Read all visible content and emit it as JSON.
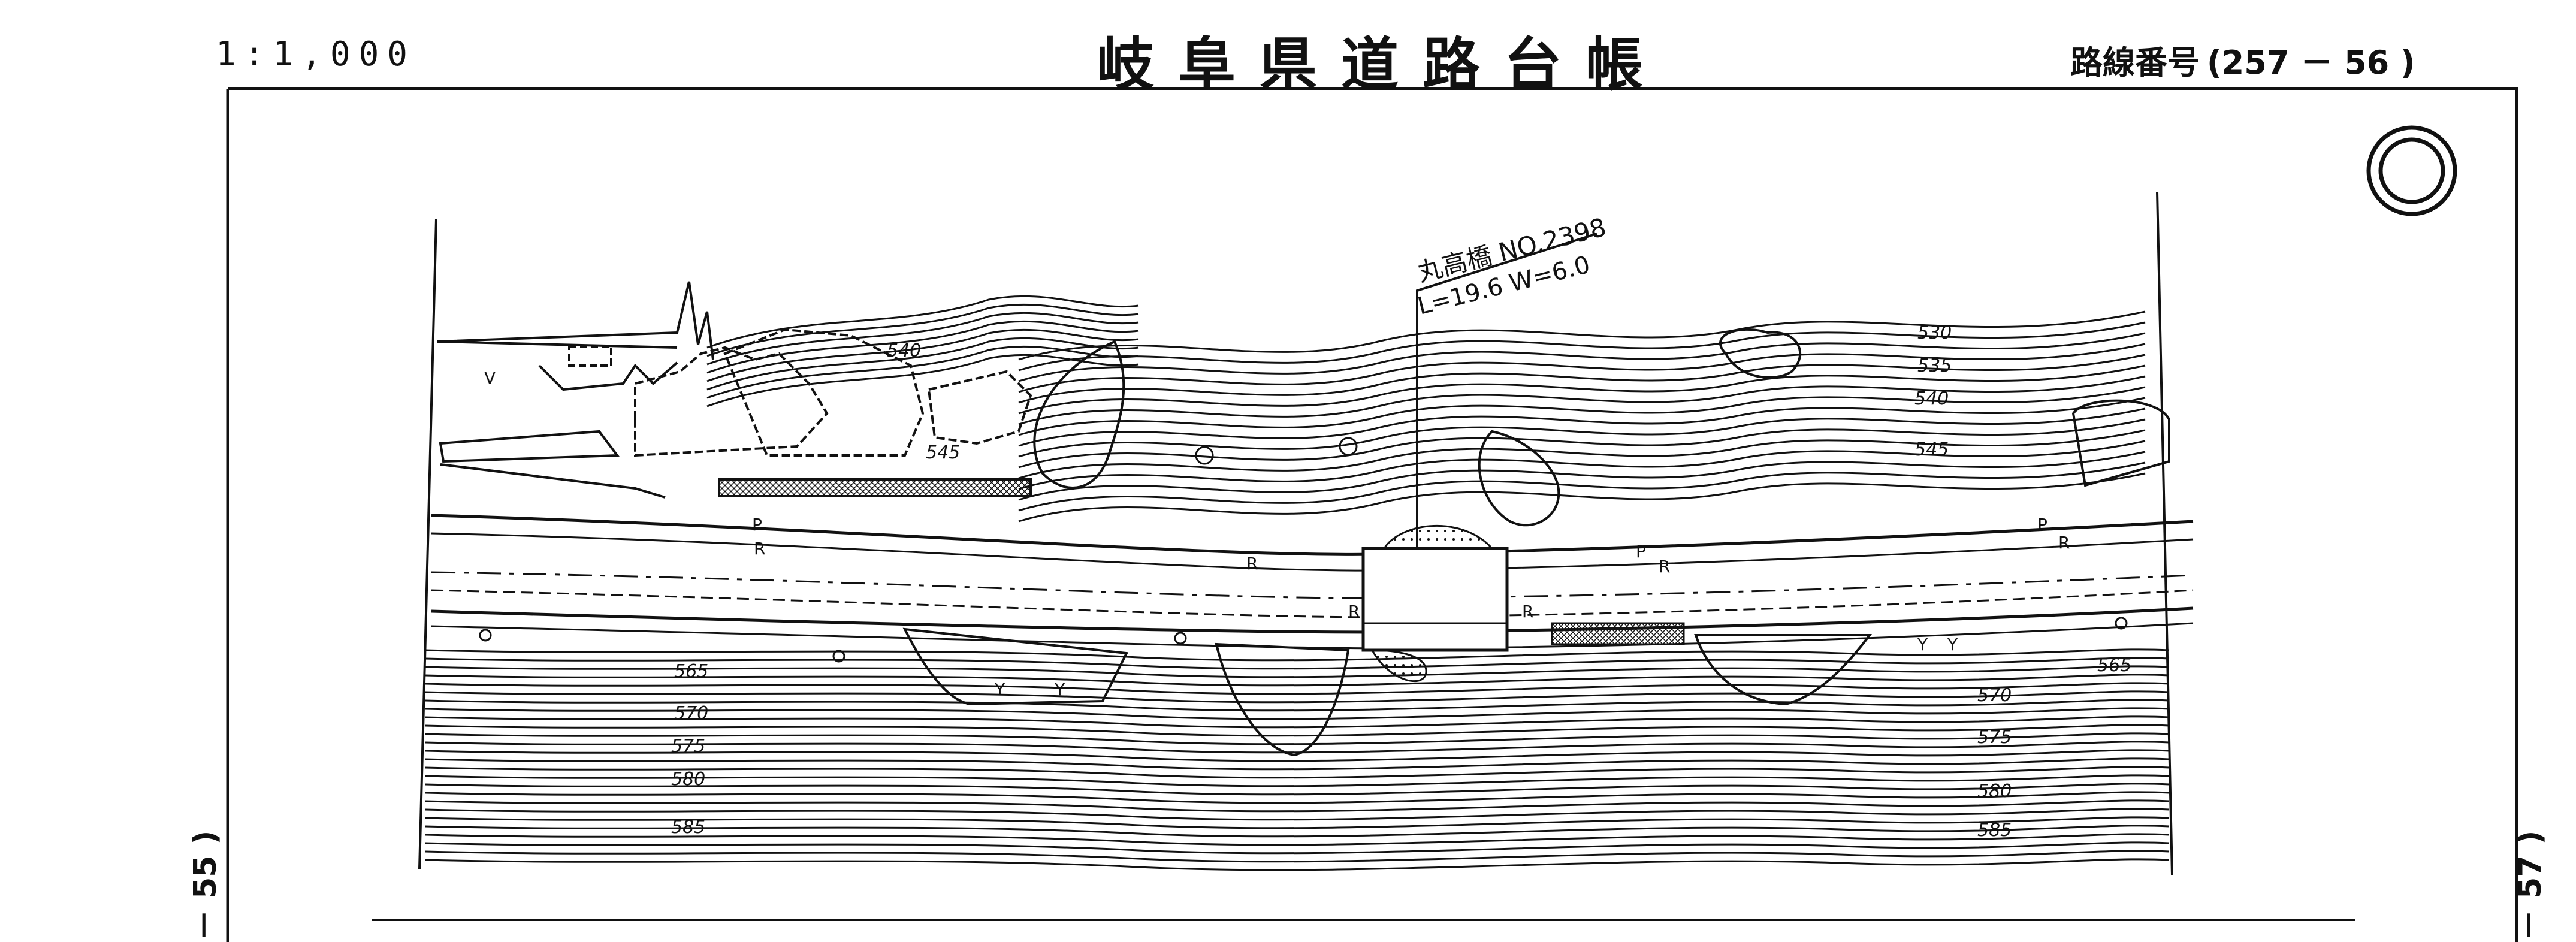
{
  "header": {
    "scale": "1:1,000",
    "title": "岐阜県道路台帳",
    "route_label": "路線番号",
    "route_number": "(257 － 56 )"
  },
  "side_labels": {
    "left": "－ 55 )",
    "right": "－ 57 )"
  },
  "bridge": {
    "name": "丸高橋 NO.2398",
    "dimensions": "L=19.6 W=6.0"
  },
  "contours_north": [
    "540",
    "545",
    "530",
    "535",
    "540",
    "545"
  ],
  "contours_south": [
    "565",
    "570",
    "575",
    "580",
    "585",
    "565",
    "570",
    "575",
    "580",
    "585"
  ],
  "road_labels": {
    "p": "P",
    "r": "R",
    "y": "Y",
    "v": "V"
  }
}
